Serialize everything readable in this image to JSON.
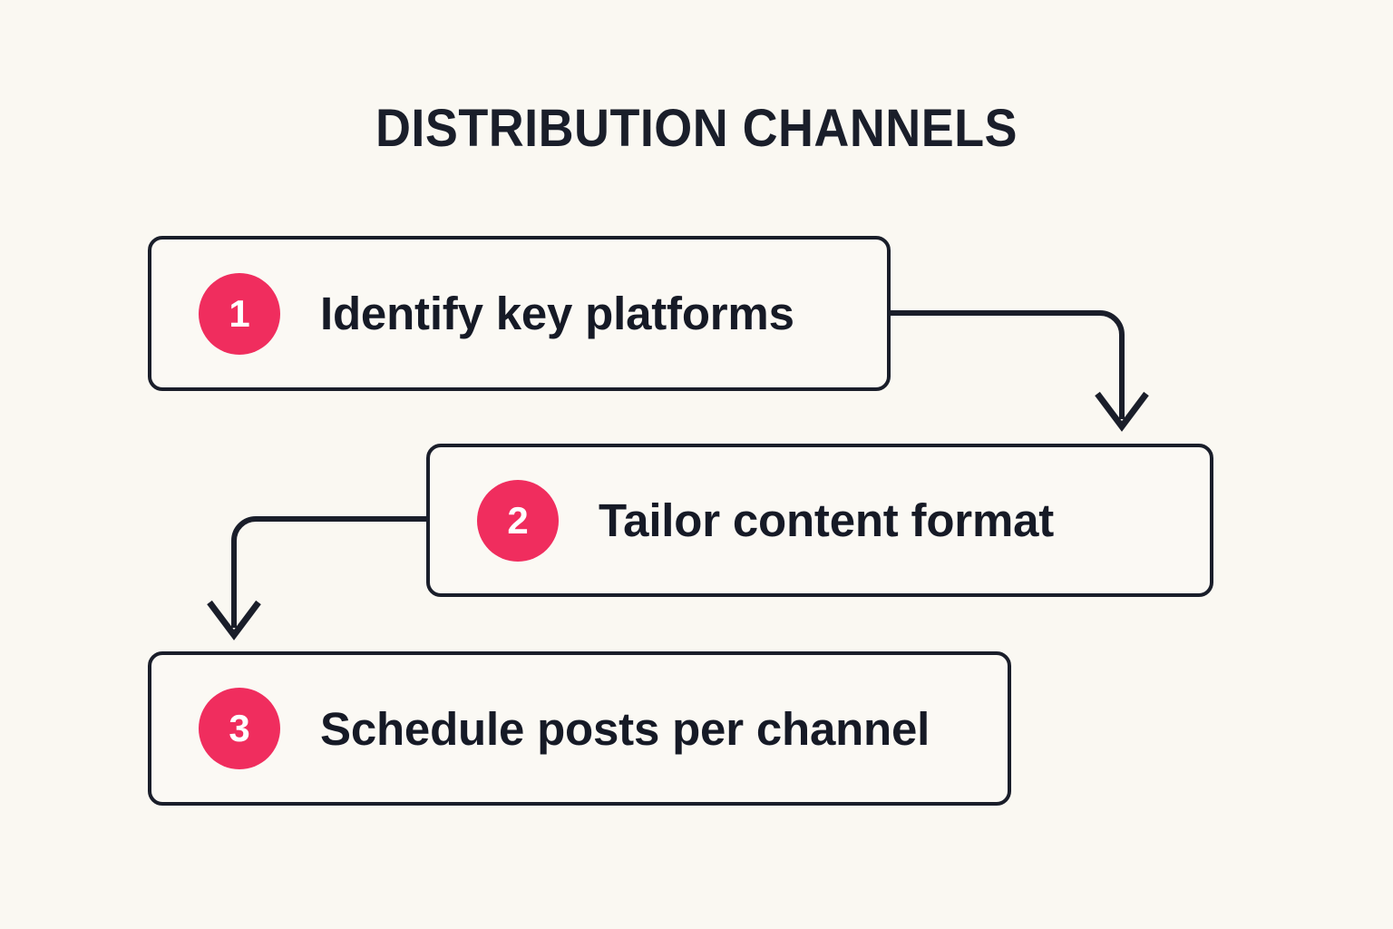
{
  "page": {
    "title": "DISTRIBUTION CHANNELS",
    "background_color": "#FAF8F2",
    "ink_color": "#1A1E2A",
    "accent_color": "#F02D5E",
    "badge_text_color": "#FFFFFF"
  },
  "diagram": {
    "type": "flowchart",
    "orientation": "vertical-staircase",
    "steps": [
      {
        "number": "1",
        "label": "Identify key platforms"
      },
      {
        "number": "2",
        "label": "Tailor content format"
      },
      {
        "number": "3",
        "label": "Schedule posts per channel"
      }
    ],
    "connectors": [
      {
        "from": "1",
        "to": "2",
        "shape": "right-then-down",
        "arrowhead": "open-v"
      },
      {
        "from": "2",
        "to": "3",
        "shape": "left-then-down",
        "arrowhead": "open-v"
      }
    ]
  }
}
